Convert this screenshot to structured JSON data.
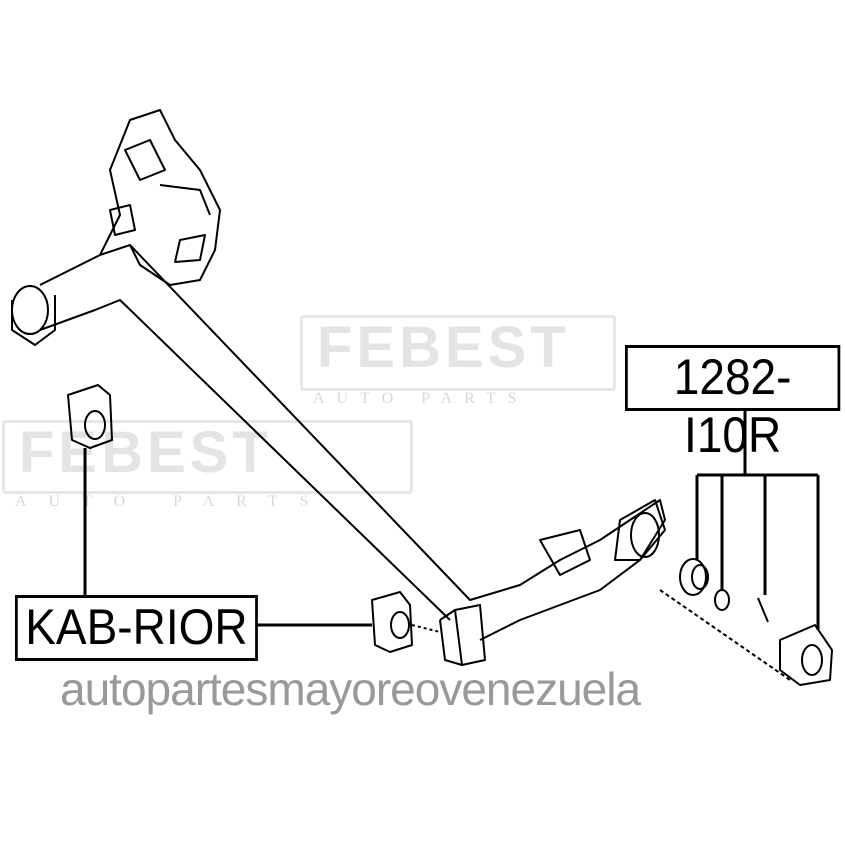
{
  "watermarks": [
    {
      "brand": "FEBEST",
      "tagline": "AUTO PARTS"
    },
    {
      "brand": "FEBEST",
      "tagline": "AUTO PARTS"
    }
  ],
  "labels": {
    "hub_kit": "1282-I10R",
    "bushing": "KAB-RIOR"
  },
  "site_watermark": "autopartesmayoreovenezuela",
  "colors": {
    "line": "#000000",
    "watermark": "#e4e4e4",
    "site_text": "#999999"
  }
}
